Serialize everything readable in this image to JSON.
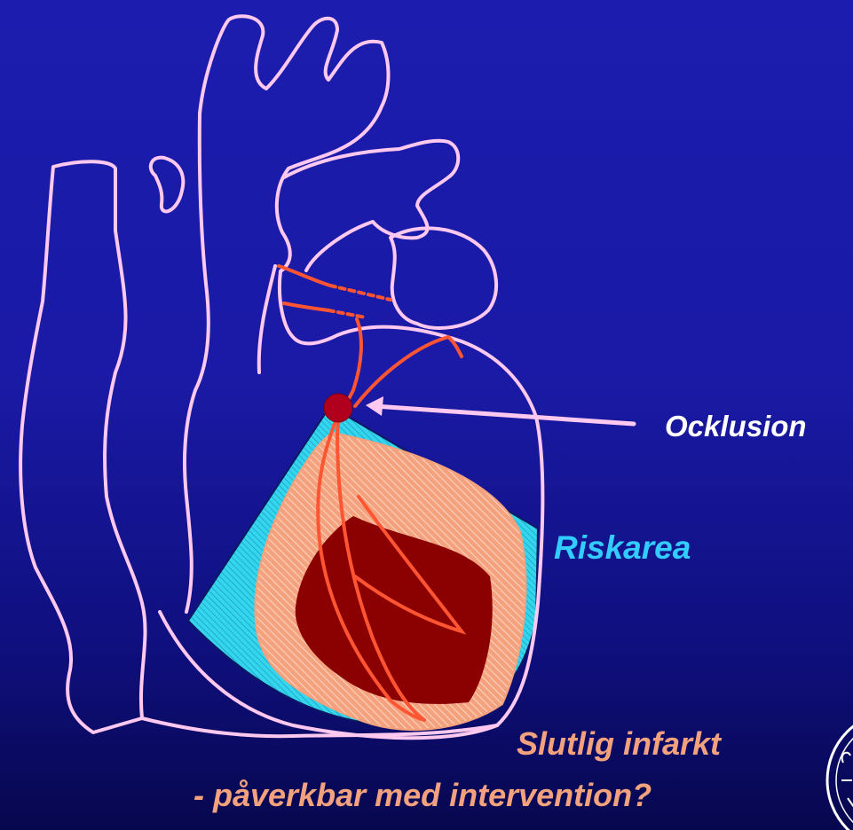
{
  "labels": {
    "occlusion": "Ocklusion",
    "risk_area": "Riskarea",
    "final_infarct_line1": "Slutlig infarkt",
    "final_infarct_line2": "- påverkbar med intervention?"
  },
  "colors": {
    "background_top": "#1c1cae",
    "background_bottom": "#07074e",
    "heart_outline": "#ffc8ee",
    "risk_area_fill": "#33d6ec",
    "final_infarct_fill": "#8b0000",
    "infarct_border_fill": "#f4a27e",
    "artery": "#ff5533",
    "occlusion_dot": "#b0001e",
    "occlusion_label": "#ffffff",
    "risk_area_label": "#33ccff",
    "final_infarct_label": "#f4a27e"
  },
  "icons": {
    "logo": "university-seal-icon"
  }
}
